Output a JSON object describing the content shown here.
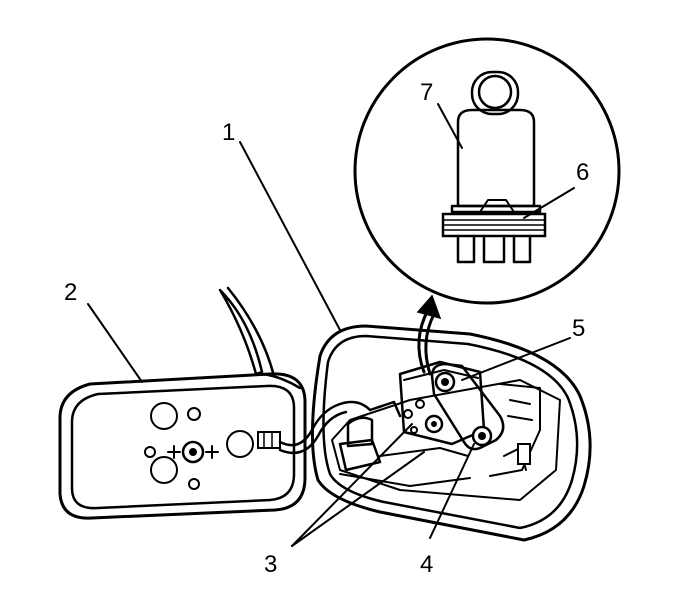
{
  "figure": {
    "callouts": {
      "c1": "1",
      "c2": "2",
      "c3": "3",
      "c4": "4",
      "c5": "5",
      "c6": "6",
      "c7": "7"
    }
  }
}
